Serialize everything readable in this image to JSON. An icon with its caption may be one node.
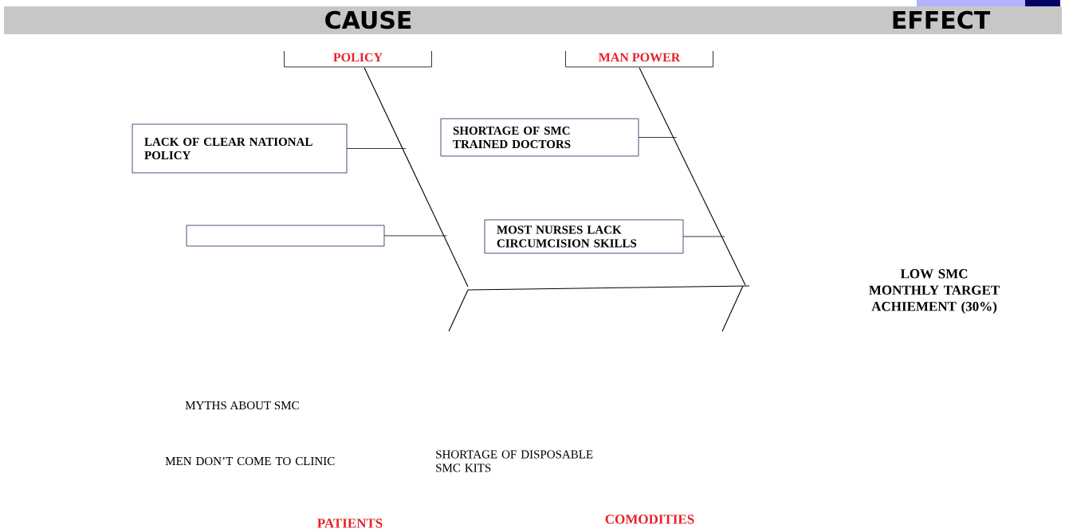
{
  "diagram": {
    "nodes": [
      {
        "text": [
          "POLICY"
        ]
      },
      {
        "text": [
          "MAN POWER"
        ]
      },
      {
        "text": [
          "LACK OF CLEAR NATIONAL POLICY"
        ]
      },
      {
        "text": [],
        "shape": "box"
      },
      {
        "text": [
          "SHORTAGE OF SMC TRAINED DOCTORS"
        ]
      },
      {
        "text": [
          "MOST NURSES LACK CIRCUMCISION SKILLS"
        ]
      }
    ],
    "edges": [
      {
        "from": 2,
        "to": null,
        "arrow": "none"
      },
      {
        "from": 3,
        "to": null,
        "arrow": "none"
      },
      {
        "from": 4,
        "to": null,
        "arrow": "none"
      },
      {
        "from": 5,
        "to": null,
        "arrow": "none"
      }
    ],
    "labels": [
      "CAUSE",
      "EFFECT",
      "LOW SMC MONTHLY TARGET ACHIEMENT (30%)",
      "MYTHS ABOUT SMC",
      "MEN DON’T COME TO CLINIC",
      "SHORTAGE OF DISPOSABLE SMC KITS",
      "PATIENTS",
      "COMODITIES"
    ]
  }
}
